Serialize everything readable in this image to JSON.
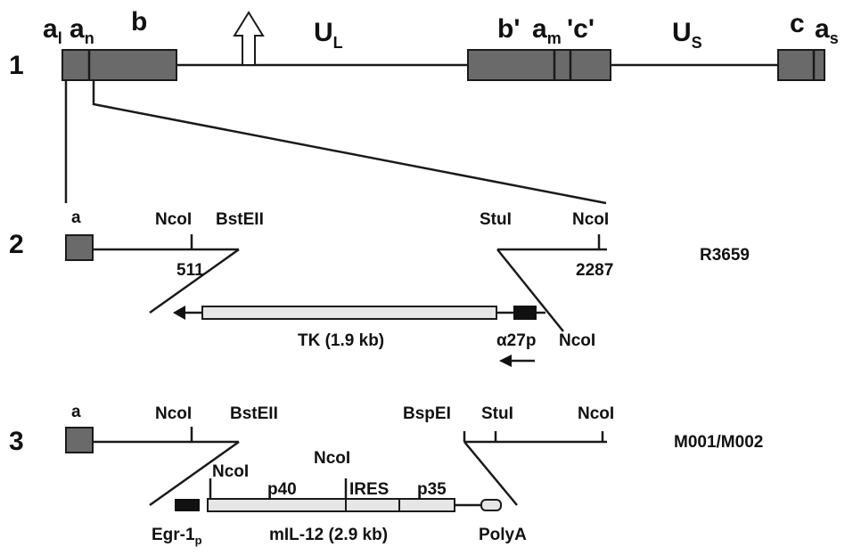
{
  "rows": {
    "r1": "1",
    "r2": "2",
    "r3": "3"
  },
  "row1": {
    "a_l": "a",
    "a_l_sub": "l",
    "a_n": "a",
    "a_n_sub": "n",
    "b": "b",
    "UL": "U",
    "UL_sub": "L",
    "b_prime": "b'",
    "a_m": "a",
    "a_m_sub": "m",
    "c_prime": "'c'",
    "US": "U",
    "US_sub": "S",
    "c": "c",
    "a_s": "a",
    "a_s_sub": "s"
  },
  "row2": {
    "a": "a",
    "ncol_left": "NcoI",
    "bsteii": "BstEII",
    "stul": "StuI",
    "ncol_right": "NcoI",
    "pos_511": "511",
    "pos_2287": "2287",
    "construct": "R3659",
    "tk": "TK (1.9 kb)",
    "promoter": "α27p",
    "ncol_insert": "NcoI"
  },
  "row3": {
    "a": "a",
    "ncol_left": "NcoI",
    "bsteii": "BstEII",
    "bspei": "BspEI",
    "stul": "StuI",
    "ncol_right": "NcoI",
    "construct": "M001/M002",
    "ncol_insert_top": "NcoI",
    "ncol_insert_left": "NcoI",
    "p40": "p40",
    "ires": "IRES",
    "p35": "p35",
    "egr": "Egr-1",
    "egr_sub": "p",
    "mil12": "mIL-12 (2.9 kb)",
    "polya": "PolyA"
  }
}
